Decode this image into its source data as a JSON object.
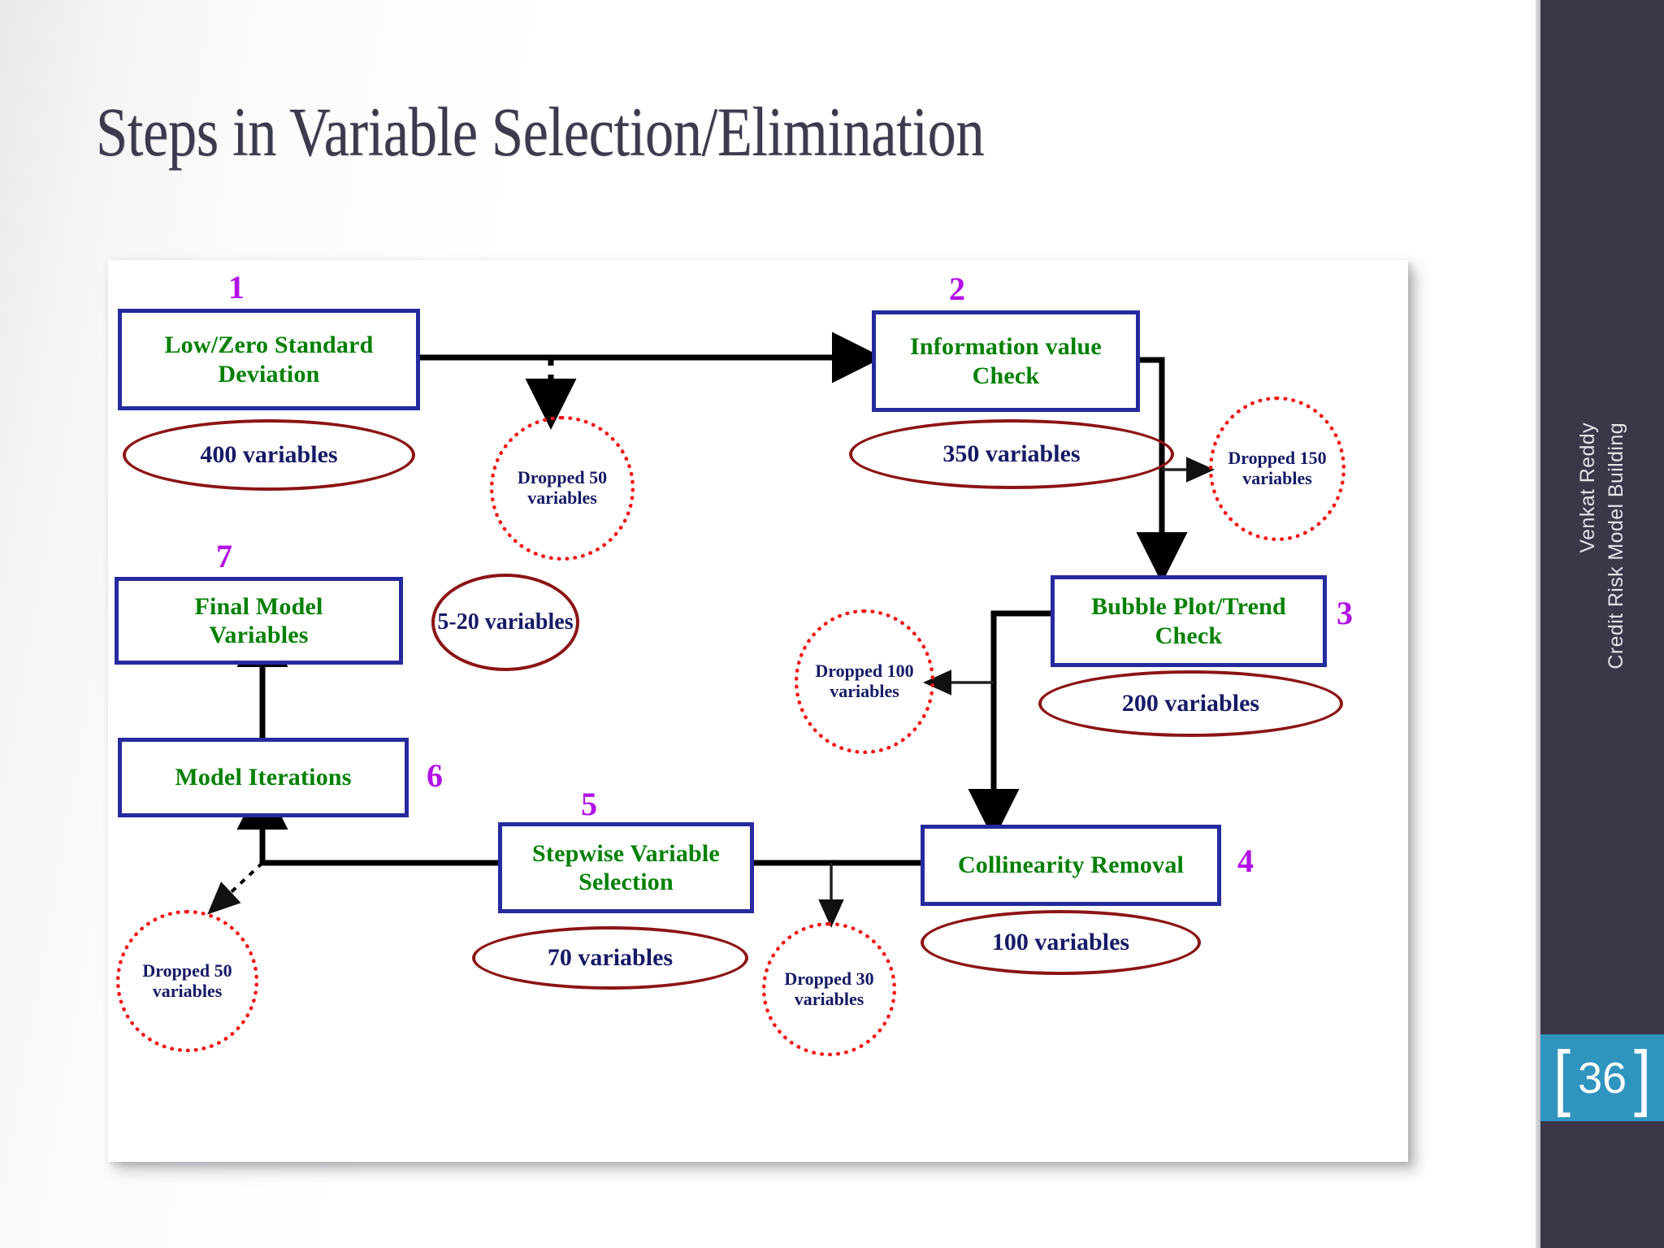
{
  "slide": {
    "title": "Steps in Variable Selection/Elimination",
    "page_number": "36",
    "bracket_left": "[",
    "bracket_right": "]",
    "footer_course": "Credit Risk Model Building",
    "footer_author": "Venkat Reddy"
  },
  "colors": {
    "title_text": "#3b3b4d",
    "sidebar_bg": "#3a3748",
    "badge_bg": "#2f95bf",
    "node_border": "#252a9e",
    "node_text": "#008000",
    "ellipse_border": "#8c1414",
    "ellipse_text": "#161a66",
    "dropped_border": "#f51414",
    "dropped_text": "#161a66",
    "step_number": "#b210e8",
    "connector": "#000000"
  },
  "diagram": {
    "steps": [
      {
        "number": "1",
        "label": "Low/Zero Standard\nDeviation",
        "label_line1": "Low/Zero Standard",
        "label_line2": "Deviation",
        "count": "400 variables"
      },
      {
        "number": "2",
        "label_line1": "Information value",
        "label_line2": "Check",
        "count": "350 variables"
      },
      {
        "number": "3",
        "label_line1": "Bubble Plot/Trend",
        "label_line2": "Check",
        "count": "200 variables"
      },
      {
        "number": "4",
        "label_line1": "Collinearity Removal",
        "label_line2": "",
        "count": "100 variables"
      },
      {
        "number": "5",
        "label_line1": "Stepwise Variable",
        "label_line2": "Selection",
        "count": "70 variables"
      },
      {
        "number": "6",
        "label_line1": "Model Iterations",
        "label_line2": "",
        "count": ""
      },
      {
        "number": "7",
        "label_line1": "Final Model",
        "label_line2": "Variables",
        "count": "5-20 variables"
      }
    ],
    "dropped": [
      {
        "line1": "Dropped 50",
        "line2": "variables",
        "after_step": "1"
      },
      {
        "line1": "Dropped",
        "line2": "150",
        "line3": "variables",
        "after_step": "2"
      },
      {
        "line1": "Dropped",
        "line2": "100",
        "line3": "variables",
        "after_step": "3"
      },
      {
        "line1": "Dropped 30",
        "line2": "variables",
        "after_step": "4"
      },
      {
        "line1": "Dropped 50",
        "line2": "variables",
        "after_step": "5"
      }
    ]
  },
  "chart_data": {
    "type": "diagram",
    "title": "Steps in Variable Selection/Elimination",
    "nodes": [
      {
        "id": 1,
        "name": "Low/Zero Standard Deviation",
        "variables_remaining": 400,
        "dropped": 50
      },
      {
        "id": 2,
        "name": "Information value Check",
        "variables_remaining": 350,
        "dropped": 150
      },
      {
        "id": 3,
        "name": "Bubble Plot/Trend Check",
        "variables_remaining": 200,
        "dropped": 100
      },
      {
        "id": 4,
        "name": "Collinearity Removal",
        "variables_remaining": 100,
        "dropped": 30
      },
      {
        "id": 5,
        "name": "Stepwise Variable Selection",
        "variables_remaining": 70,
        "dropped": 50
      },
      {
        "id": 6,
        "name": "Model Iterations",
        "variables_remaining": null,
        "dropped": null
      },
      {
        "id": 7,
        "name": "Final Model Variables",
        "variables_remaining": "5-20",
        "dropped": null
      }
    ],
    "edges": [
      {
        "from": 1,
        "to": 2
      },
      {
        "from": 2,
        "to": 3
      },
      {
        "from": 3,
        "to": 4
      },
      {
        "from": 4,
        "to": 5
      },
      {
        "from": 5,
        "to": 6
      },
      {
        "from": 6,
        "to": 7
      }
    ]
  }
}
